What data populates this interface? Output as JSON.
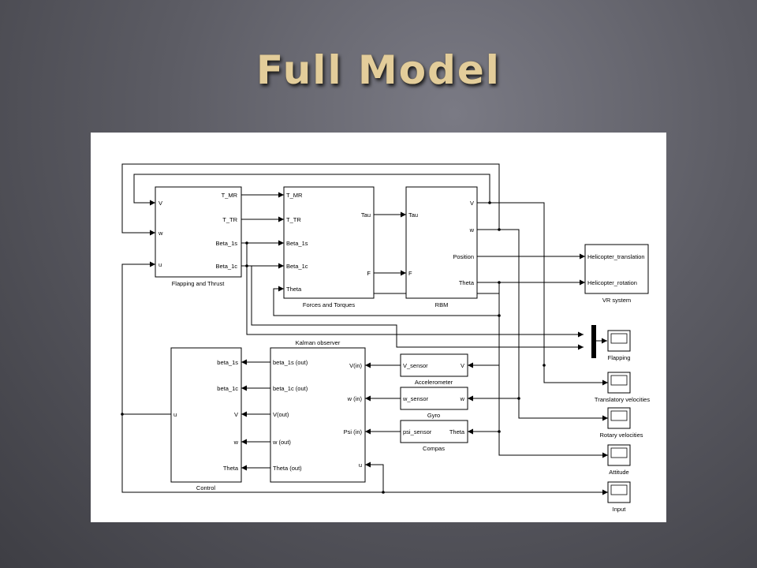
{
  "title": "Full Model",
  "blocks": {
    "flapping": {
      "name": "Flapping and Thrust",
      "inputs": [
        "V",
        "w",
        "u"
      ],
      "outputs": [
        "T_MR",
        "T_TR",
        "Beta_1s",
        "Beta_1c"
      ]
    },
    "forces": {
      "name": "Forces and Torques",
      "inputs": [
        "T_MR",
        "T_TR",
        "Beta_1s",
        "Beta_1c",
        "Theta"
      ],
      "outputs": [
        "Tau",
        "F"
      ]
    },
    "rbm": {
      "name": "RBM",
      "inputs": [
        "Tau",
        "F"
      ],
      "outputs": [
        "V",
        "w",
        "Position",
        "Theta"
      ]
    },
    "vr": {
      "name": "VR system",
      "inputs": [
        "Helicopter_translation",
        "Helicopter_rotation"
      ]
    },
    "control": {
      "name": "Control",
      "inputs": [
        "beta_1s",
        "beta_1c",
        "V",
        "w",
        "Theta"
      ],
      "outputs": [
        "u"
      ]
    },
    "kalman": {
      "name": "Kalman observer",
      "inputs": [
        "V(in)",
        "w (in)",
        "Psi (in)",
        "u"
      ],
      "outputs": [
        "beta_1s (out)",
        "beta_1c (out)",
        "V(out)",
        "w (out)",
        "Theta (out)"
      ]
    },
    "accelerometer": {
      "name": "Accelerometer",
      "input": "V",
      "output": "V_sensor"
    },
    "gyro": {
      "name": "Gyro",
      "input": "w",
      "output": "w_sensor"
    },
    "compas": {
      "name": "Compas",
      "input": "Theta",
      "output": "psi_sensor"
    }
  },
  "scopes": [
    "Flapping",
    "Translatory velocities",
    "Rotary velocities",
    "Attitude",
    "Input"
  ]
}
